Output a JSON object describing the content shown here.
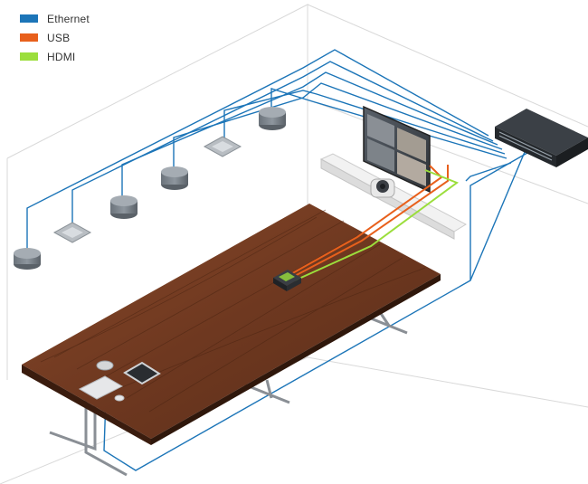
{
  "legend": [
    {
      "label": "Ethernet",
      "color": "#1c75b8"
    },
    {
      "label": "USB",
      "color": "#e8601c"
    },
    {
      "label": "HDMI",
      "color": "#9bde3c"
    }
  ],
  "colors": {
    "ethernet": "#1c75b8",
    "usb": "#e8601c",
    "hdmi": "#9bde3c",
    "room_lines": "#d9d9d9",
    "table_wood": "#7a3f22",
    "switch": "#2f3338"
  },
  "elements": {
    "ceiling_mic_icon": "ceiling-microphone-icon",
    "ceiling_speaker_icon": "ceiling-speaker-icon",
    "network_switch_icon": "network-switch-icon",
    "display_icon": "video-display-icon",
    "camera_icon": "ptz-camera-icon",
    "soundbar_icon": "soundbar-icon",
    "table_hub_icon": "table-connectivity-box-icon",
    "touch_panel_icon": "touch-panel-icon",
    "keyboard_icon": "keyboard-icon",
    "mouse_icon": "mouse-icon",
    "table_mic_icon": "table-microphone-icon"
  }
}
